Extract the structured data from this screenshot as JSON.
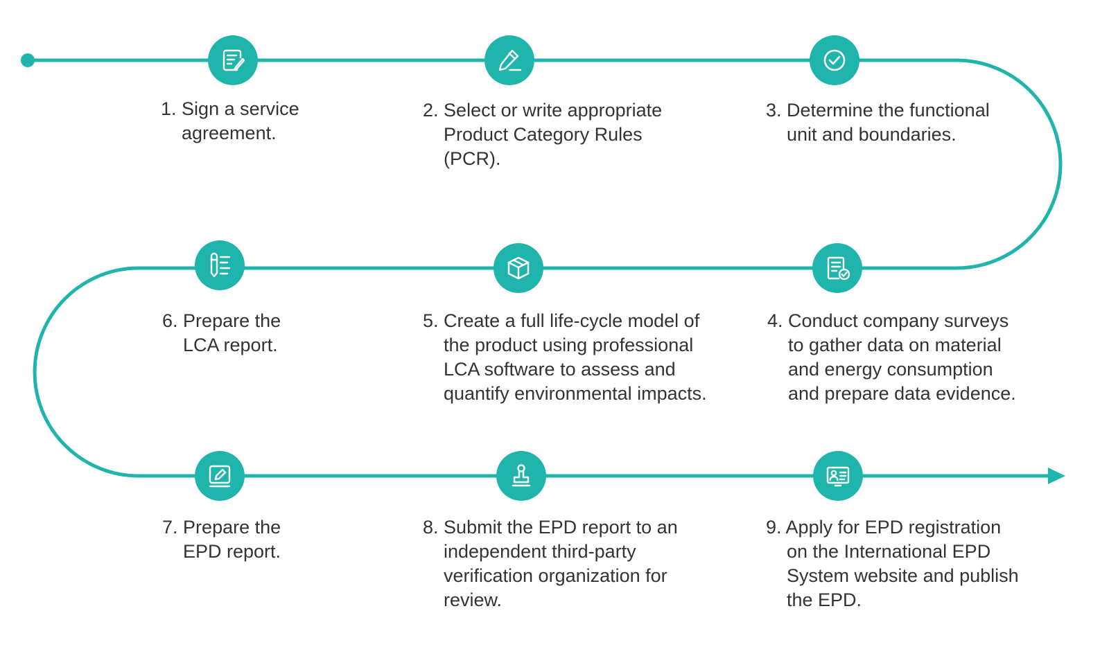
{
  "theme": {
    "accent": "#1fb5ac",
    "text": "#333333",
    "background": "#ffffff"
  },
  "steps": [
    {
      "number": "1.",
      "lines": [
        "Sign a service",
        "agreement."
      ],
      "icon": "document-edit-icon"
    },
    {
      "number": "2.",
      "lines": [
        "Select or write appropriate",
        "Product Category Rules",
        "(PCR)."
      ],
      "icon": "pencil-icon"
    },
    {
      "number": "3.",
      "lines": [
        "Determine the functional",
        "unit and boundaries."
      ],
      "icon": "check-circle-icon"
    },
    {
      "number": "4.",
      "lines": [
        "Conduct company surveys",
        "to gather data on material",
        "and energy consumption",
        "and prepare data evidence."
      ],
      "icon": "document-check-icon"
    },
    {
      "number": "5.",
      "lines": [
        "Create a full life-cycle model of",
        "the product using professional",
        "LCA software to assess and",
        "quantify environmental impacts."
      ],
      "icon": "cube-icon"
    },
    {
      "number": "6.",
      "lines": [
        "Prepare the",
        "LCA report."
      ],
      "icon": "report-list-icon"
    },
    {
      "number": "7.",
      "lines": [
        "Prepare the",
        "EPD report."
      ],
      "icon": "edit-square-icon"
    },
    {
      "number": "8.",
      "lines": [
        "Submit the EPD report to an",
        "independent third-party",
        "verification organization for",
        "review."
      ],
      "icon": "stamp-icon"
    },
    {
      "number": "9.",
      "lines": [
        "Apply for EPD registration",
        "on the International EPD",
        "System website and publish",
        "the EPD."
      ],
      "icon": "id-card-icon"
    }
  ]
}
